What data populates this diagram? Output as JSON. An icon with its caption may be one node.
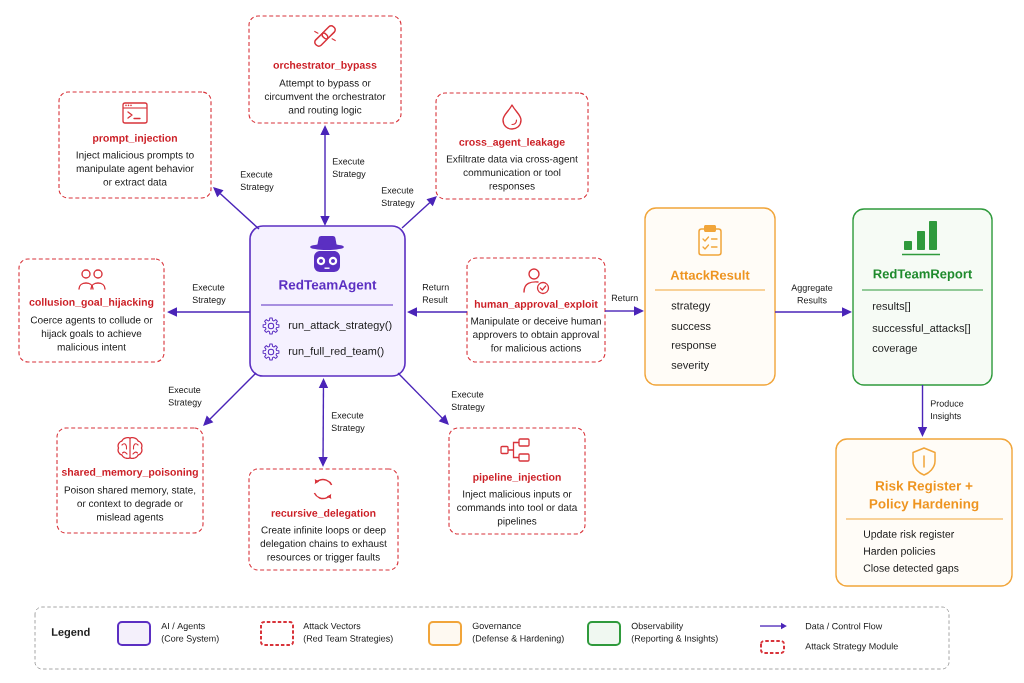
{
  "diagram": {
    "nodes": [
      {
        "text": [
          "orchestrator_bypass",
          "Attempt to bypass or circumvent the orchestrator and routing logic"
        ]
      },
      {
        "text": [
          "prompt_injection",
          "Inject malicious prompts to manipulate agent behavior or extract data"
        ]
      },
      {
        "text": [
          "cross_agent_leakage",
          "Exfiltrate data via cross-agent communication or tool responses"
        ]
      },
      {
        "text": [
          "RedTeamAgent",
          "run_attack_strategy()",
          "run_full_red_team()"
        ]
      },
      {
        "text": [
          "collusion_goal_hijacking",
          "Coerce agents to collude or hijack goals to achieve malicious intent"
        ]
      },
      {
        "text": [
          "human_approval_exploit",
          "Manipulate or deceive human approvers to obtain approval for malicious actions"
        ]
      },
      {
        "text": [
          "AttackResult",
          "strategy",
          "success",
          "response",
          "severity"
        ]
      },
      {
        "text": [
          "RedTeamReport",
          "results[]",
          "successful_attacks[]",
          "coverage"
        ]
      },
      {
        "text": [
          "shared_memory_poisoning",
          "Poison shared memory, state, or context to degrade or mislead agents"
        ]
      },
      {
        "text": [
          "recursive_delegation",
          "Create infinite loops or deep delegation chains to exhaust resources or trigger faults"
        ]
      },
      {
        "text": [
          "pipeline_injection",
          "Inject malicious inputs or commands into tool or data pipelines"
        ]
      },
      {
        "text": [
          "Risk Register + Policy Hardening",
          "Update risk register",
          "Harden policies",
          "Close detected gaps"
        ]
      }
    ],
    "edges": [
      {
        "from": 3,
        "to": 0,
        "arrow": "both",
        "label": "Execute Strategy"
      },
      {
        "from": 3,
        "to": 1,
        "arrow": "to",
        "label": "Execute Strategy"
      },
      {
        "from": 3,
        "to": 2,
        "arrow": "to",
        "label": "Execute Strategy"
      },
      {
        "from": 3,
        "to": 4,
        "arrow": "to",
        "label": "Execute Strategy"
      },
      {
        "from": 5,
        "to": 3,
        "arrow": "to",
        "label": "Return Result"
      },
      {
        "from": 5,
        "to": 6,
        "arrow": "to",
        "label": "Return"
      },
      {
        "from": 6,
        "to": 7,
        "arrow": "to",
        "label": "Aggregate Results"
      },
      {
        "from": 7,
        "to": 11,
        "arrow": "to",
        "label": "Produce Insights"
      },
      {
        "from": 3,
        "to": 8,
        "arrow": "to",
        "label": "Execute Strategy"
      },
      {
        "from": 3,
        "to": 9,
        "arrow": "both",
        "label": "Execute Strategy"
      },
      {
        "from": 3,
        "to": 10,
        "arrow": "to",
        "label": "Execute Strategy"
      }
    ],
    "labels": [
      "Legend"
    ],
    "legend": [
      {
        "text": "AI / Agents (Core System)",
        "color": "#5b2fc2"
      },
      {
        "text": "Attack Vectors (Red Team Strategies)",
        "color": "#d8333a"
      },
      {
        "text": "Governance (Defense & Hardening)",
        "color": "#f1a53a"
      },
      {
        "text": "Observability (Reporting & Insights)",
        "color": "#2f9a3c"
      },
      {
        "text": "Data / Control Flow"
      },
      {
        "text": "Attack Strategy Module"
      }
    ]
  }
}
